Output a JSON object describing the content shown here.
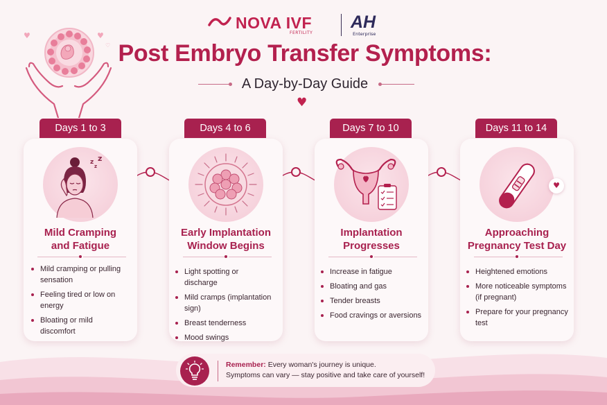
{
  "brand": {
    "nova": "NOVA IVF",
    "nova_sub": "FERTILITY",
    "ah": "AH",
    "ah_sub": "Enterprise"
  },
  "title": "Post Embryo Transfer Symptoms:",
  "subtitle": "A Day-by-Day Guide",
  "cards": [
    {
      "tab": "Days 1 to 3",
      "title_line1": "Mild Cramping",
      "title_line2": "and Fatigue",
      "icon": "sleepy-woman-icon",
      "bullets": [
        "Mild cramping or pulling sensation",
        "Feeling tired or low on energy",
        "Bloating or mild discomfort"
      ]
    },
    {
      "tab": "Days 4 to 6",
      "title_line1": "Early Implantation",
      "title_line2": "Window Begins",
      "icon": "embryo-icon",
      "bullets": [
        "Light spotting or discharge",
        "Mild cramps (implantation sign)",
        "Breast tenderness",
        "Mood swings"
      ]
    },
    {
      "tab": "Days 7 to 10",
      "title_line1": "Implantation",
      "title_line2": "Progresses",
      "icon": "uterus-clipboard-icon",
      "bullets": [
        "Increase in fatigue",
        "Bloating and gas",
        "Tender breasts",
        "Food cravings or aversions"
      ]
    },
    {
      "tab": "Days 11 to 14",
      "title_line1": "Approaching",
      "title_line2": "Pregnancy Test Day",
      "icon": "pregnancy-test-icon",
      "bullets": [
        "Heightened emotions",
        "More noticeable symptoms (if pregnant)",
        "Prepare for your pregnancy test"
      ]
    }
  ],
  "remember": {
    "label": "Remember:",
    "line1": "Every woman's journey is unique.",
    "line2": "Symptoms can vary — stay positive and take care of yourself!"
  },
  "colors": {
    "accent": "#a8214f",
    "title": "#b3204e",
    "background": "#fbf4f5",
    "circle": "#f6d2dc"
  }
}
